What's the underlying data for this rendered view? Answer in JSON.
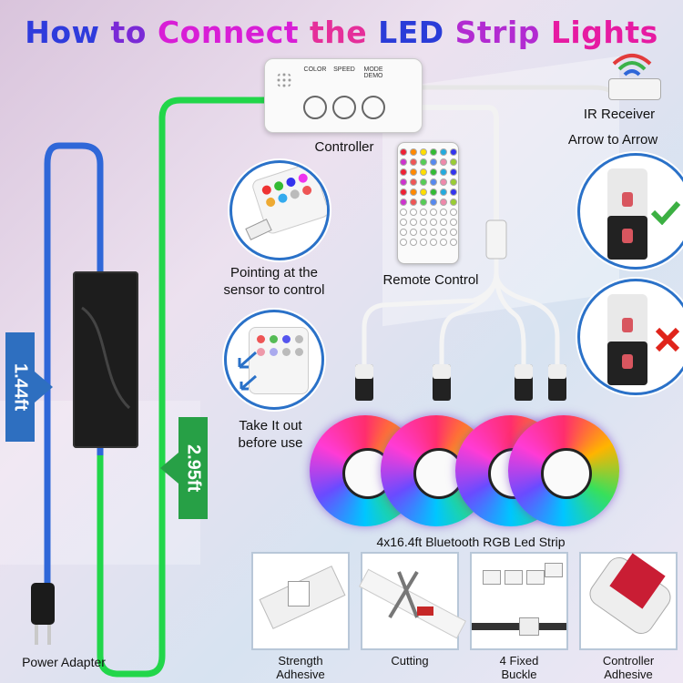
{
  "title": {
    "parts": [
      {
        "text": "How ",
        "color": "#2f3bdc"
      },
      {
        "text": "to ",
        "color": "#7a2ad6"
      },
      {
        "text": "Connect ",
        "color": "#d81ed6"
      },
      {
        "text": "the ",
        "color": "#e52f9a"
      },
      {
        "text": "LED ",
        "color": "#2a3cd8"
      },
      {
        "text": "Strip ",
        "color": "#b22bd1"
      },
      {
        "text": "Lights",
        "color": "#e61ba2"
      }
    ]
  },
  "controller": {
    "label": "Controller",
    "button_labels": [
      "COLOR",
      "SPEED",
      "MODE DEMO"
    ]
  },
  "ir_receiver": {
    "label": "IR Receiver"
  },
  "arrow_to_arrow": {
    "label": "Arrow to Arrow"
  },
  "sensor": {
    "label_line1": "Pointing at the",
    "label_line2": "sensor to control"
  },
  "remote": {
    "label": "Remote Control"
  },
  "take_out": {
    "label_line1": "Take It out",
    "label_line2": "before use"
  },
  "strip": {
    "label": "4x16.4ft Bluetooth RGB Led Strip"
  },
  "measures": {
    "left": {
      "text": "1.44ft",
      "color": "#2e6fc0"
    },
    "right": {
      "text": "2.95ft",
      "color": "#27a046"
    }
  },
  "power": {
    "label": "Power Adapter"
  },
  "accessories": [
    {
      "line1": "Strength",
      "line2": "Adhesive",
      "icon": "adhesive-tape-icon"
    },
    {
      "line1": "Cutting",
      "line2": "",
      "icon": "scissors-icon"
    },
    {
      "line1": "4 Fixed",
      "line2": "Buckle",
      "icon": "buckle-icon"
    },
    {
      "line1": "Controller",
      "line2": "Adhesive",
      "icon": "controller-adhesive-icon"
    }
  ],
  "colors": {
    "blue_wire": "#2f67d8",
    "green_wire": "#22d64a",
    "accent": "#2a71c8",
    "check": "#3cb043",
    "cross": "#e0241b"
  }
}
